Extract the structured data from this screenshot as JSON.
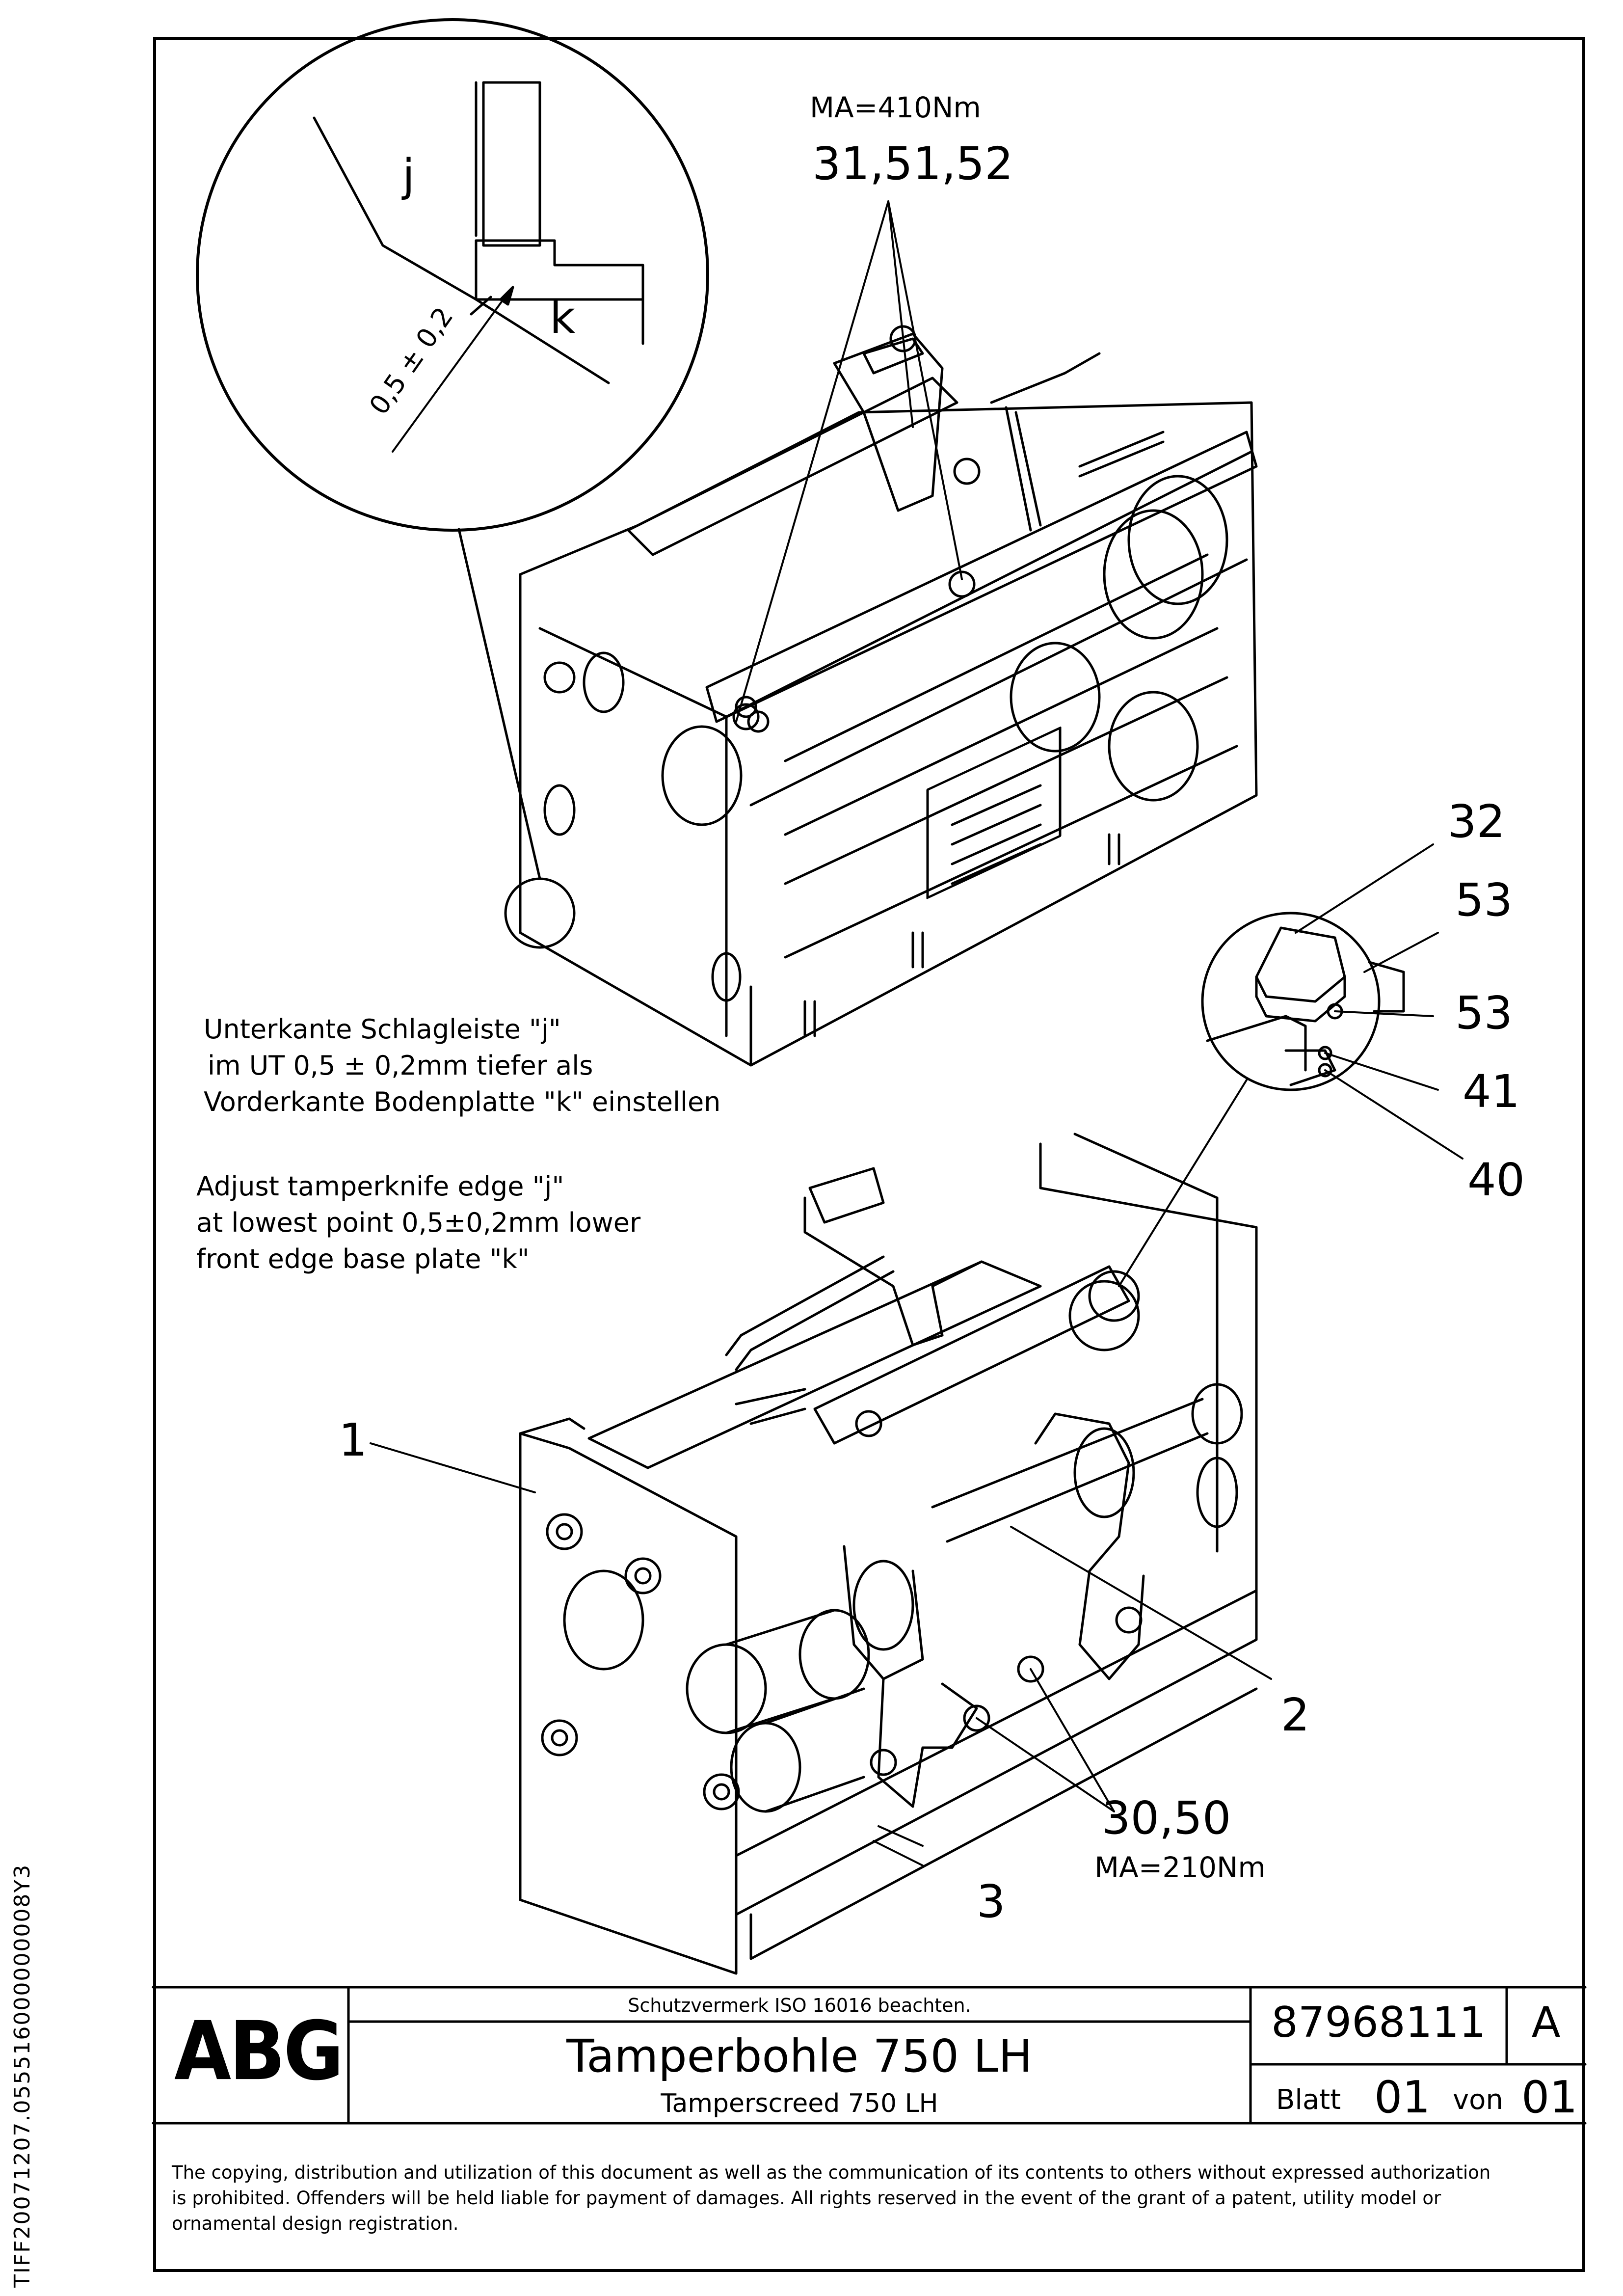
{
  "detail_view": {
    "label_j": "j",
    "label_k": "k",
    "dimension": "0,5 ± 0,2"
  },
  "torque_top": {
    "ma": "MA=410Nm",
    "items": "31,51,52"
  },
  "torque_bottom": {
    "items": "30,50",
    "ma": "MA=210Nm"
  },
  "callouts": {
    "c32": "32",
    "c53a": "53",
    "c53b": "53",
    "c41": "41",
    "c40": "40",
    "c1": "1",
    "c2": "2",
    "c3": "3"
  },
  "note_de": [
    "Unterkante Schlagleiste \"j\"",
    "im UT 0,5 ± 0,2mm tiefer als",
    "Vorderkante Bodenplatte \"k\" einstellen"
  ],
  "note_en": [
    "Adjust tamperknife edge \"j\"",
    "at lowest point  0,5±0,2mm lower",
    "front edge base plate \"k\""
  ],
  "title_block": {
    "logo": "ABG",
    "protection": "Schutzvermerk ISO 16016 beachten.",
    "title": "Tamperbohle 750 LH",
    "subtitle": "Tamperscreed 750 LH",
    "part_number": "87968111",
    "revision": "A",
    "sheet_label": "Blatt",
    "sheet": "01",
    "of_label": "von",
    "sheets": "01"
  },
  "copyright": [
    "The copying, distribution and utilization of this document as well as the communication of its contents to others without expressed authorization",
    "is prohibited. Offenders will be held liable for payment of damages. All rights reserved in the event of the grant of a patent, utility model or",
    "ornamental design registration."
  ],
  "side_code": "TIFF20071207.055516000000008Y3"
}
